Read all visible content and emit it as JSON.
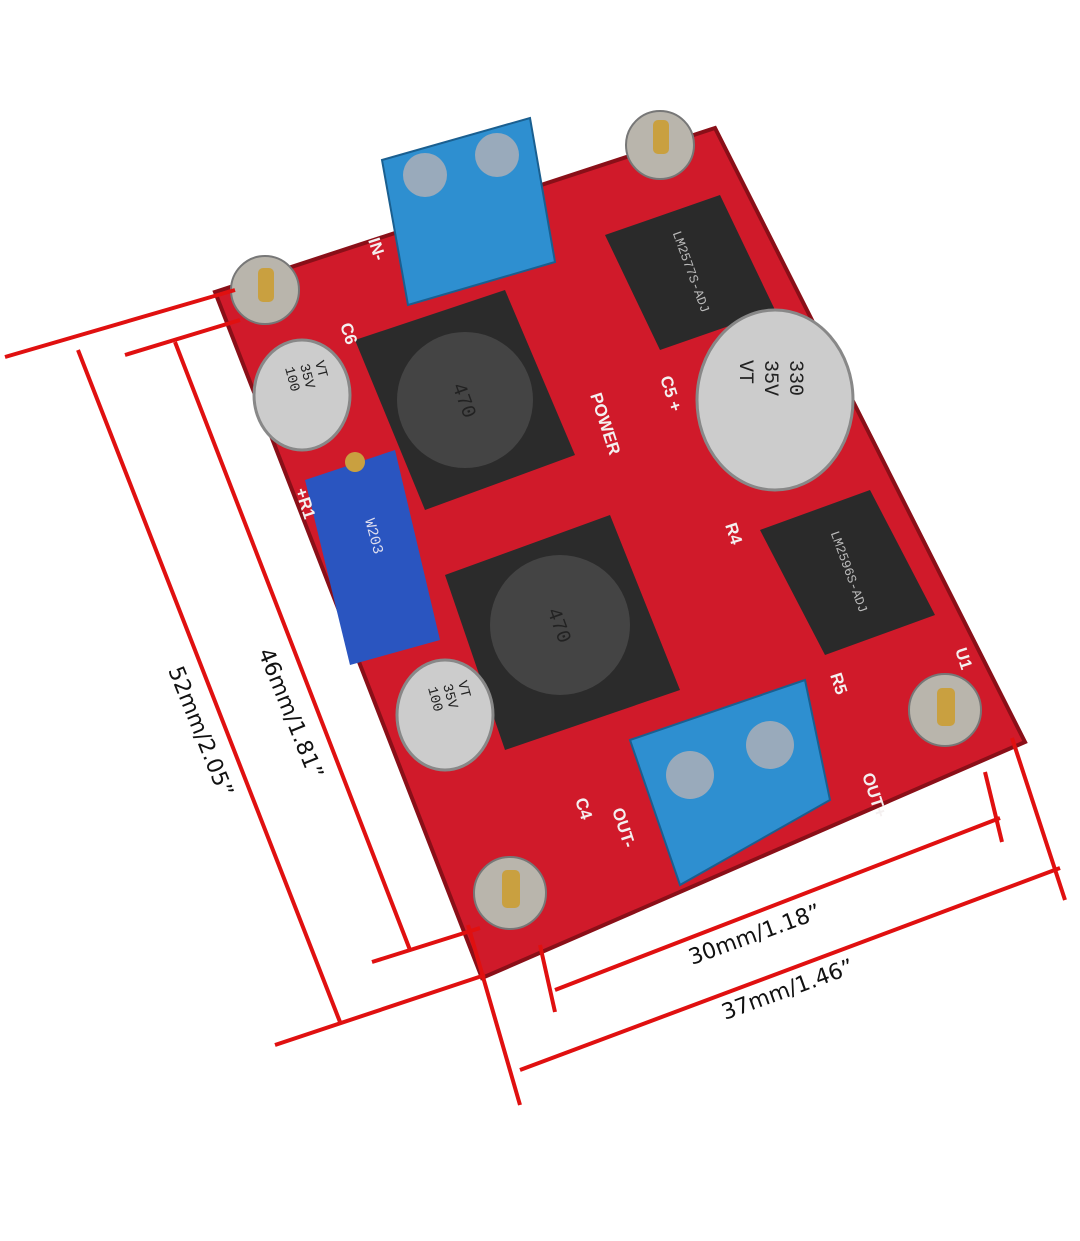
{
  "dimensions": {
    "overall_length": "52mm/2.05”",
    "hole_length": "46mm/1.81”",
    "hole_width": "30mm/1.18”",
    "overall_width": "37mm/1.46”"
  },
  "board": {
    "inductor_marking": "470",
    "cap_large": [
      "330",
      "35V",
      "VT"
    ],
    "cap_small": [
      "100",
      "35V",
      "VT"
    ],
    "trimmer": "W203",
    "chip_top": "LM2577S-ADJ",
    "chip_bottom": "LM2596S-ADJ",
    "silk": {
      "in_minus": "IN-",
      "out_minus": "OUT-",
      "out_plus": "OUT+",
      "c4": "C4",
      "c5": "C5 +",
      "c6": "C6",
      "r1": "+R1",
      "r4": "R4",
      "r5": "R5",
      "u1": "U1",
      "power": "POWER"
    }
  },
  "colors": {
    "pcb": "#d01a2a",
    "dimension_line": "#e01010",
    "terminal": "#2e8fd0"
  }
}
